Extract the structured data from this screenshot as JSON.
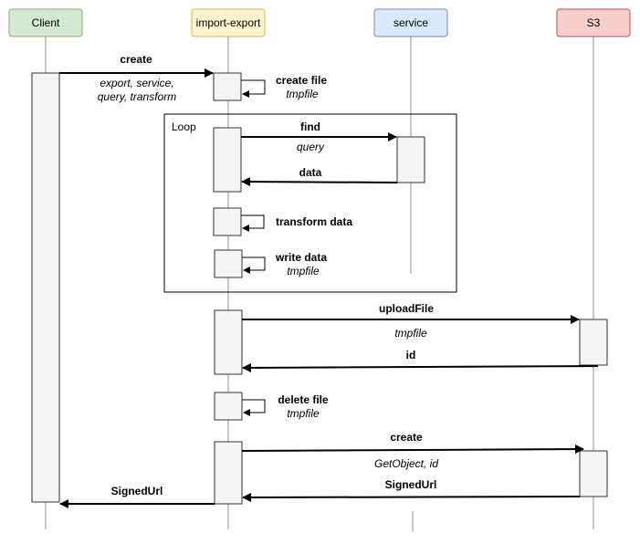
{
  "participants": {
    "client": {
      "label": "Client",
      "fill": "#d5e8d4",
      "stroke": "#82b366"
    },
    "import_export": {
      "label": "import-export",
      "fill": "#fff2cc",
      "stroke": "#d6b656"
    },
    "service": {
      "label": "service",
      "fill": "#dae8fc",
      "stroke": "#6c8ebf"
    },
    "s3": {
      "label": "S3",
      "fill": "#f8cecc",
      "stroke": "#b85450"
    }
  },
  "messages": {
    "create_1": "create",
    "create_1_args_line1": "export, service,",
    "create_1_args_line2": "query, transform",
    "create_file": "create file",
    "create_file_arg": "tmpfile",
    "loop_label": "Loop",
    "find": "find",
    "find_arg": "query",
    "data": "data",
    "transform_data": "transform data",
    "write_data": "write data",
    "write_data_arg": "tmpfile",
    "upload_file": "uploadFile",
    "upload_file_arg": "tmpfile",
    "id": "id",
    "delete_file": "delete file",
    "delete_file_arg": "tmpfile",
    "create_2": "create",
    "create_2_args": "GetObject, id",
    "signed_url_s3": "SignedUrl",
    "signed_url_client": "SignedUrl"
  }
}
